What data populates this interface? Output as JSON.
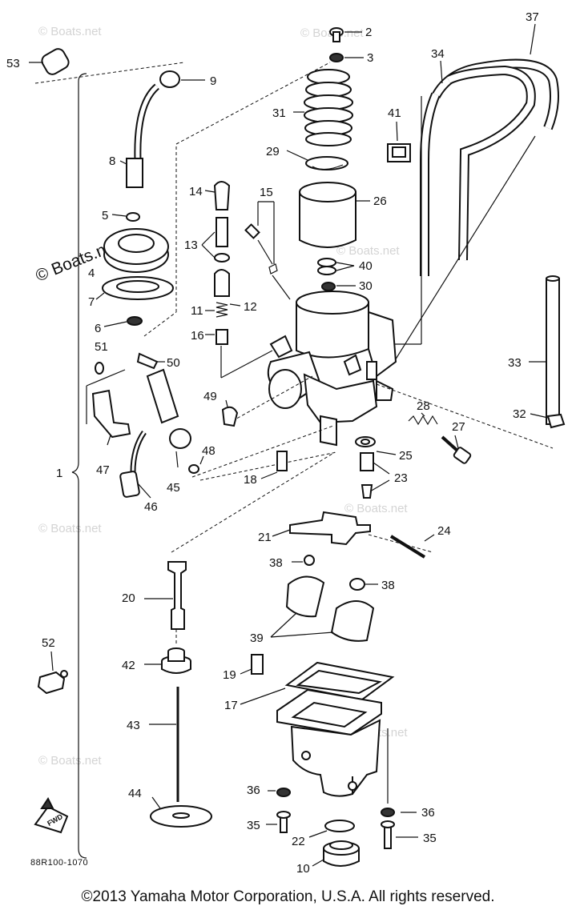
{
  "watermark": "© Boats.net",
  "diagram_code": "88R100-1070",
  "copyright": "©2013 Yamaha Motor Corporation, U.S.A. All rights reserved.",
  "callouts": {
    "c1": "1",
    "c2": "2",
    "c3": "3",
    "c4": "4",
    "c5": "5",
    "c6": "6",
    "c7": "7",
    "c8": "8",
    "c9": "9",
    "c10": "10",
    "c11": "11",
    "c12": "12",
    "c13": "13",
    "c14": "14",
    "c15": "15",
    "c16": "16",
    "c17": "17",
    "c18": "18",
    "c19": "19",
    "c20": "20",
    "c21": "21",
    "c22": "22",
    "c23": "23",
    "c24": "24",
    "c25": "25",
    "c26": "26",
    "c27": "27",
    "c28": "28",
    "c29": "29",
    "c30": "30",
    "c31": "31",
    "c32": "32",
    "c33": "33",
    "c34": "34",
    "c35a": "35",
    "c35b": "35",
    "c36a": "36",
    "c36b": "36",
    "c37": "37",
    "c38a": "38",
    "c38b": "38",
    "c39": "39",
    "c40": "40",
    "c41": "41",
    "c42": "42",
    "c43": "43",
    "c44": "44",
    "c45": "45",
    "c46": "46",
    "c47": "47",
    "c48": "48",
    "c49": "49",
    "c50": "50",
    "c51": "51",
    "c52": "52",
    "c53": "53"
  },
  "fwd_badge": "FWD"
}
